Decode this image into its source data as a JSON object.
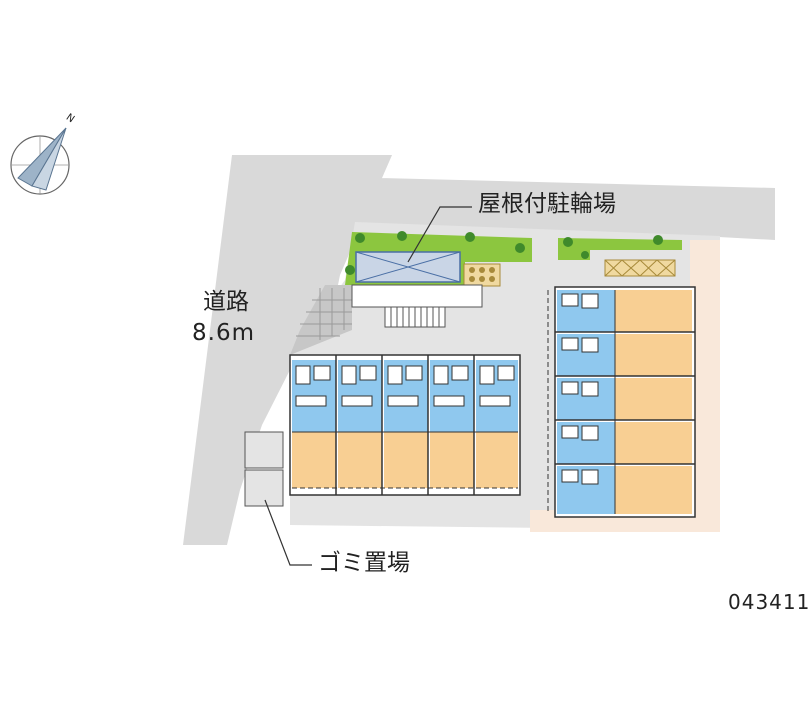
{
  "road": {
    "name": "道路",
    "width": "8.6m"
  },
  "labels": {
    "bicycle_parking": "屋根付駐輪場",
    "garbage_area": "ゴミ置場"
  },
  "compass": {
    "north": "N"
  },
  "map_id": "043411",
  "colors": {
    "road": "#d9d9d9",
    "site_ground": "#e4e4e4",
    "driveway": "#f9e8da",
    "room_main": "#f8cf93",
    "room_wet": "#8fc8ee",
    "greenery": "#8cc63f",
    "outline": "#333333",
    "compass_arrow": "#9db3c8"
  },
  "icons": [
    "compass-icon",
    "bicycle-rack-icon",
    "tree-icon"
  ]
}
